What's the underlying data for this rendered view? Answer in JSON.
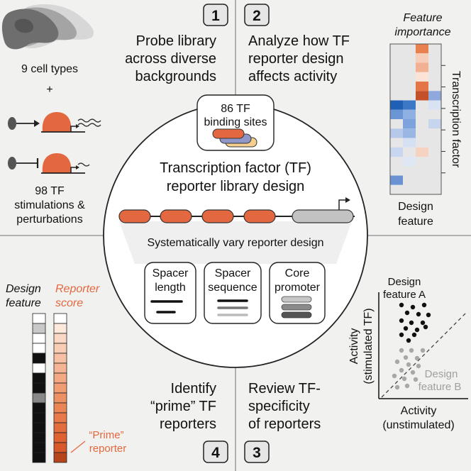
{
  "quadrant1": {
    "number": "1",
    "title_lines": [
      "Probe library",
      "across diverse",
      "backgrounds"
    ],
    "cell_types": "9 cell types",
    "plus": "+",
    "stim_lines": [
      "98 TF",
      "stimulations &",
      "perturbations"
    ]
  },
  "quadrant2": {
    "number": "2",
    "title_lines": [
      "Analyze how TF",
      "reporter design",
      "affects activity"
    ],
    "heatmap": {
      "title_lines": [
        "Feature",
        "importance"
      ],
      "y_label": "Transcription factor",
      "x_label_lines": [
        "Design",
        "feature"
      ],
      "columns": 4,
      "rows": 16,
      "cells": [
        [
          "#e6e6e6",
          "#e6e6e6",
          "#e8804f",
          "#e6e6e6"
        ],
        [
          "#e6e6e6",
          "#e6e6e6",
          "#f6cdb8",
          "#e6e6e6"
        ],
        [
          "#e6e6e6",
          "#e6e6e6",
          "#f2b193",
          "#e6e6e6"
        ],
        [
          "#e6e6e6",
          "#e6e6e6",
          "#fbe3d6",
          "#e6e6e6"
        ],
        [
          "#e6e6e6",
          "#e6e6e6",
          "#e47547",
          "#e6e6e6"
        ],
        [
          "#e6e6e6",
          "#e6e6e6",
          "#c4502a",
          "#8fa9dc"
        ],
        [
          "#1f5fb4",
          "#3d78c7",
          "#e6e6e6",
          "#d9e2f3"
        ],
        [
          "#6a96d6",
          "#8fb0e2",
          "#e6e6e6",
          "#e6e6e6"
        ],
        [
          "#e6e6e6",
          "#7ea2dc",
          "#e6e6e6",
          "#c6d4ee"
        ],
        [
          "#b7c9ea",
          "#9ab7e4",
          "#e6e6e6",
          "#e6e6e6"
        ],
        [
          "#e6e6e6",
          "#d6e0f3",
          "#e6e6e6",
          "#e6e6e6"
        ],
        [
          "#c9d6ef",
          "#e6e6e6",
          "#f6d3c1",
          "#e6e6e6"
        ],
        [
          "#e6e6e6",
          "#dfe6f4",
          "#e6e6e6",
          "#e6e6e6"
        ],
        [
          "#e6e6e6",
          "#e6e6e6",
          "#e6e6e6",
          "#e6e6e6"
        ],
        [
          "#6b93d3",
          "#e6e6e6",
          "#e6e6e6",
          "#e6e6e6"
        ],
        [
          "#e6e6e6",
          "#e6e6e6",
          "#e6e6e6",
          "#e6e6e6"
        ]
      ]
    }
  },
  "quadrant3": {
    "number": "3",
    "title_lines": [
      "Review TF-",
      "specificity",
      "of reporters"
    ],
    "scatter": {
      "y_label_lines": [
        "Activity",
        "(stimulated TF)"
      ],
      "x_label_lines": [
        "Activity",
        "(unstimulated)"
      ],
      "group_a_lines": [
        "Design",
        "feature A"
      ],
      "group_b_lines": [
        "Design",
        "feature B"
      ]
    }
  },
  "quadrant4": {
    "number": "4",
    "title_lines": [
      "Identify",
      "“prime” TF",
      "reporters"
    ],
    "design_feature_lines": [
      "Design",
      "feature"
    ],
    "reporter_score_lines": [
      "Reporter",
      "score"
    ],
    "prime_label_lines": [
      "“Prime”",
      "reporter"
    ],
    "design_col": [
      "#ffffff",
      "#c8c8c8",
      "#ffffff",
      "#ffffff",
      "#111111",
      "#ffffff",
      "#111111",
      "#111111",
      "#888888",
      "#111111",
      "#111111",
      "#111111",
      "#111111",
      "#111111",
      "#111111"
    ],
    "score_col": [
      "#ffffff",
      "#fde8dc",
      "#fbd8c5",
      "#f9ccb4",
      "#f7c0a4",
      "#f5b594",
      "#f2a984",
      "#f09d74",
      "#ed9164",
      "#eb8556",
      "#e8794a",
      "#e46d3e",
      "#e06233",
      "#d9582a",
      "#b6451e"
    ]
  },
  "center": {
    "binding_lines": [
      "86 TF",
      "binding sites"
    ],
    "title_lines": [
      "Transcription factor (TF)",
      "reporter library design"
    ],
    "subtitle": "Systematically vary reporter design",
    "boxes": [
      {
        "lines": [
          "Spacer",
          "length"
        ]
      },
      {
        "lines": [
          "Spacer",
          "sequence"
        ]
      },
      {
        "lines": [
          "Core",
          "promoter"
        ]
      }
    ]
  },
  "colors": {
    "accent_orange": "#e3683f",
    "background": "#f0f0ee",
    "blue": "#1f5fb4"
  }
}
